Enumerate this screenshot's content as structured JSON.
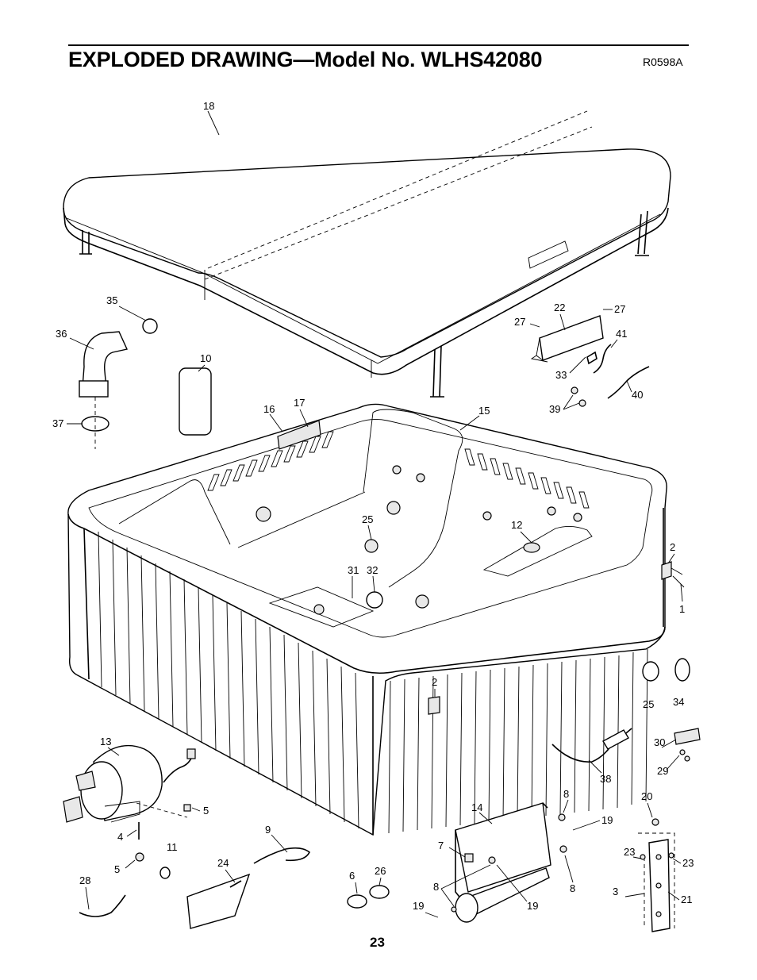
{
  "header": {
    "title": "EXPLODED DRAWING—Model No. WLHS42080",
    "code": "R0598A"
  },
  "page_number": "23",
  "callouts": {
    "c18": "18",
    "c35": "35",
    "c36": "36",
    "c37": "37",
    "c10": "10",
    "c16": "16",
    "c17": "17",
    "c15": "15",
    "c22": "22",
    "c27a": "27",
    "c27b": "27",
    "c41": "41",
    "c33": "33",
    "c40": "40",
    "c39": "39",
    "c25a": "25",
    "c12": "12",
    "c31": "31",
    "c32": "32",
    "c2a": "2",
    "c1": "1",
    "c2b": "2",
    "c25b": "25",
    "c34": "34",
    "c13": "13",
    "c30": "30",
    "c29": "29",
    "c38": "38",
    "c5a": "5",
    "c4": "4",
    "c5b": "5",
    "c11": "11",
    "c9": "9",
    "c24": "24",
    "c28": "28",
    "c14": "14",
    "c8a": "8",
    "c19a": "19",
    "c7": "7",
    "c8b": "8",
    "c6": "6",
    "c26": "26",
    "c19b": "19",
    "c19c": "19",
    "c8c": "8",
    "c20": "20",
    "c23a": "23",
    "c23b": "23",
    "c3": "3",
    "c21": "21"
  }
}
